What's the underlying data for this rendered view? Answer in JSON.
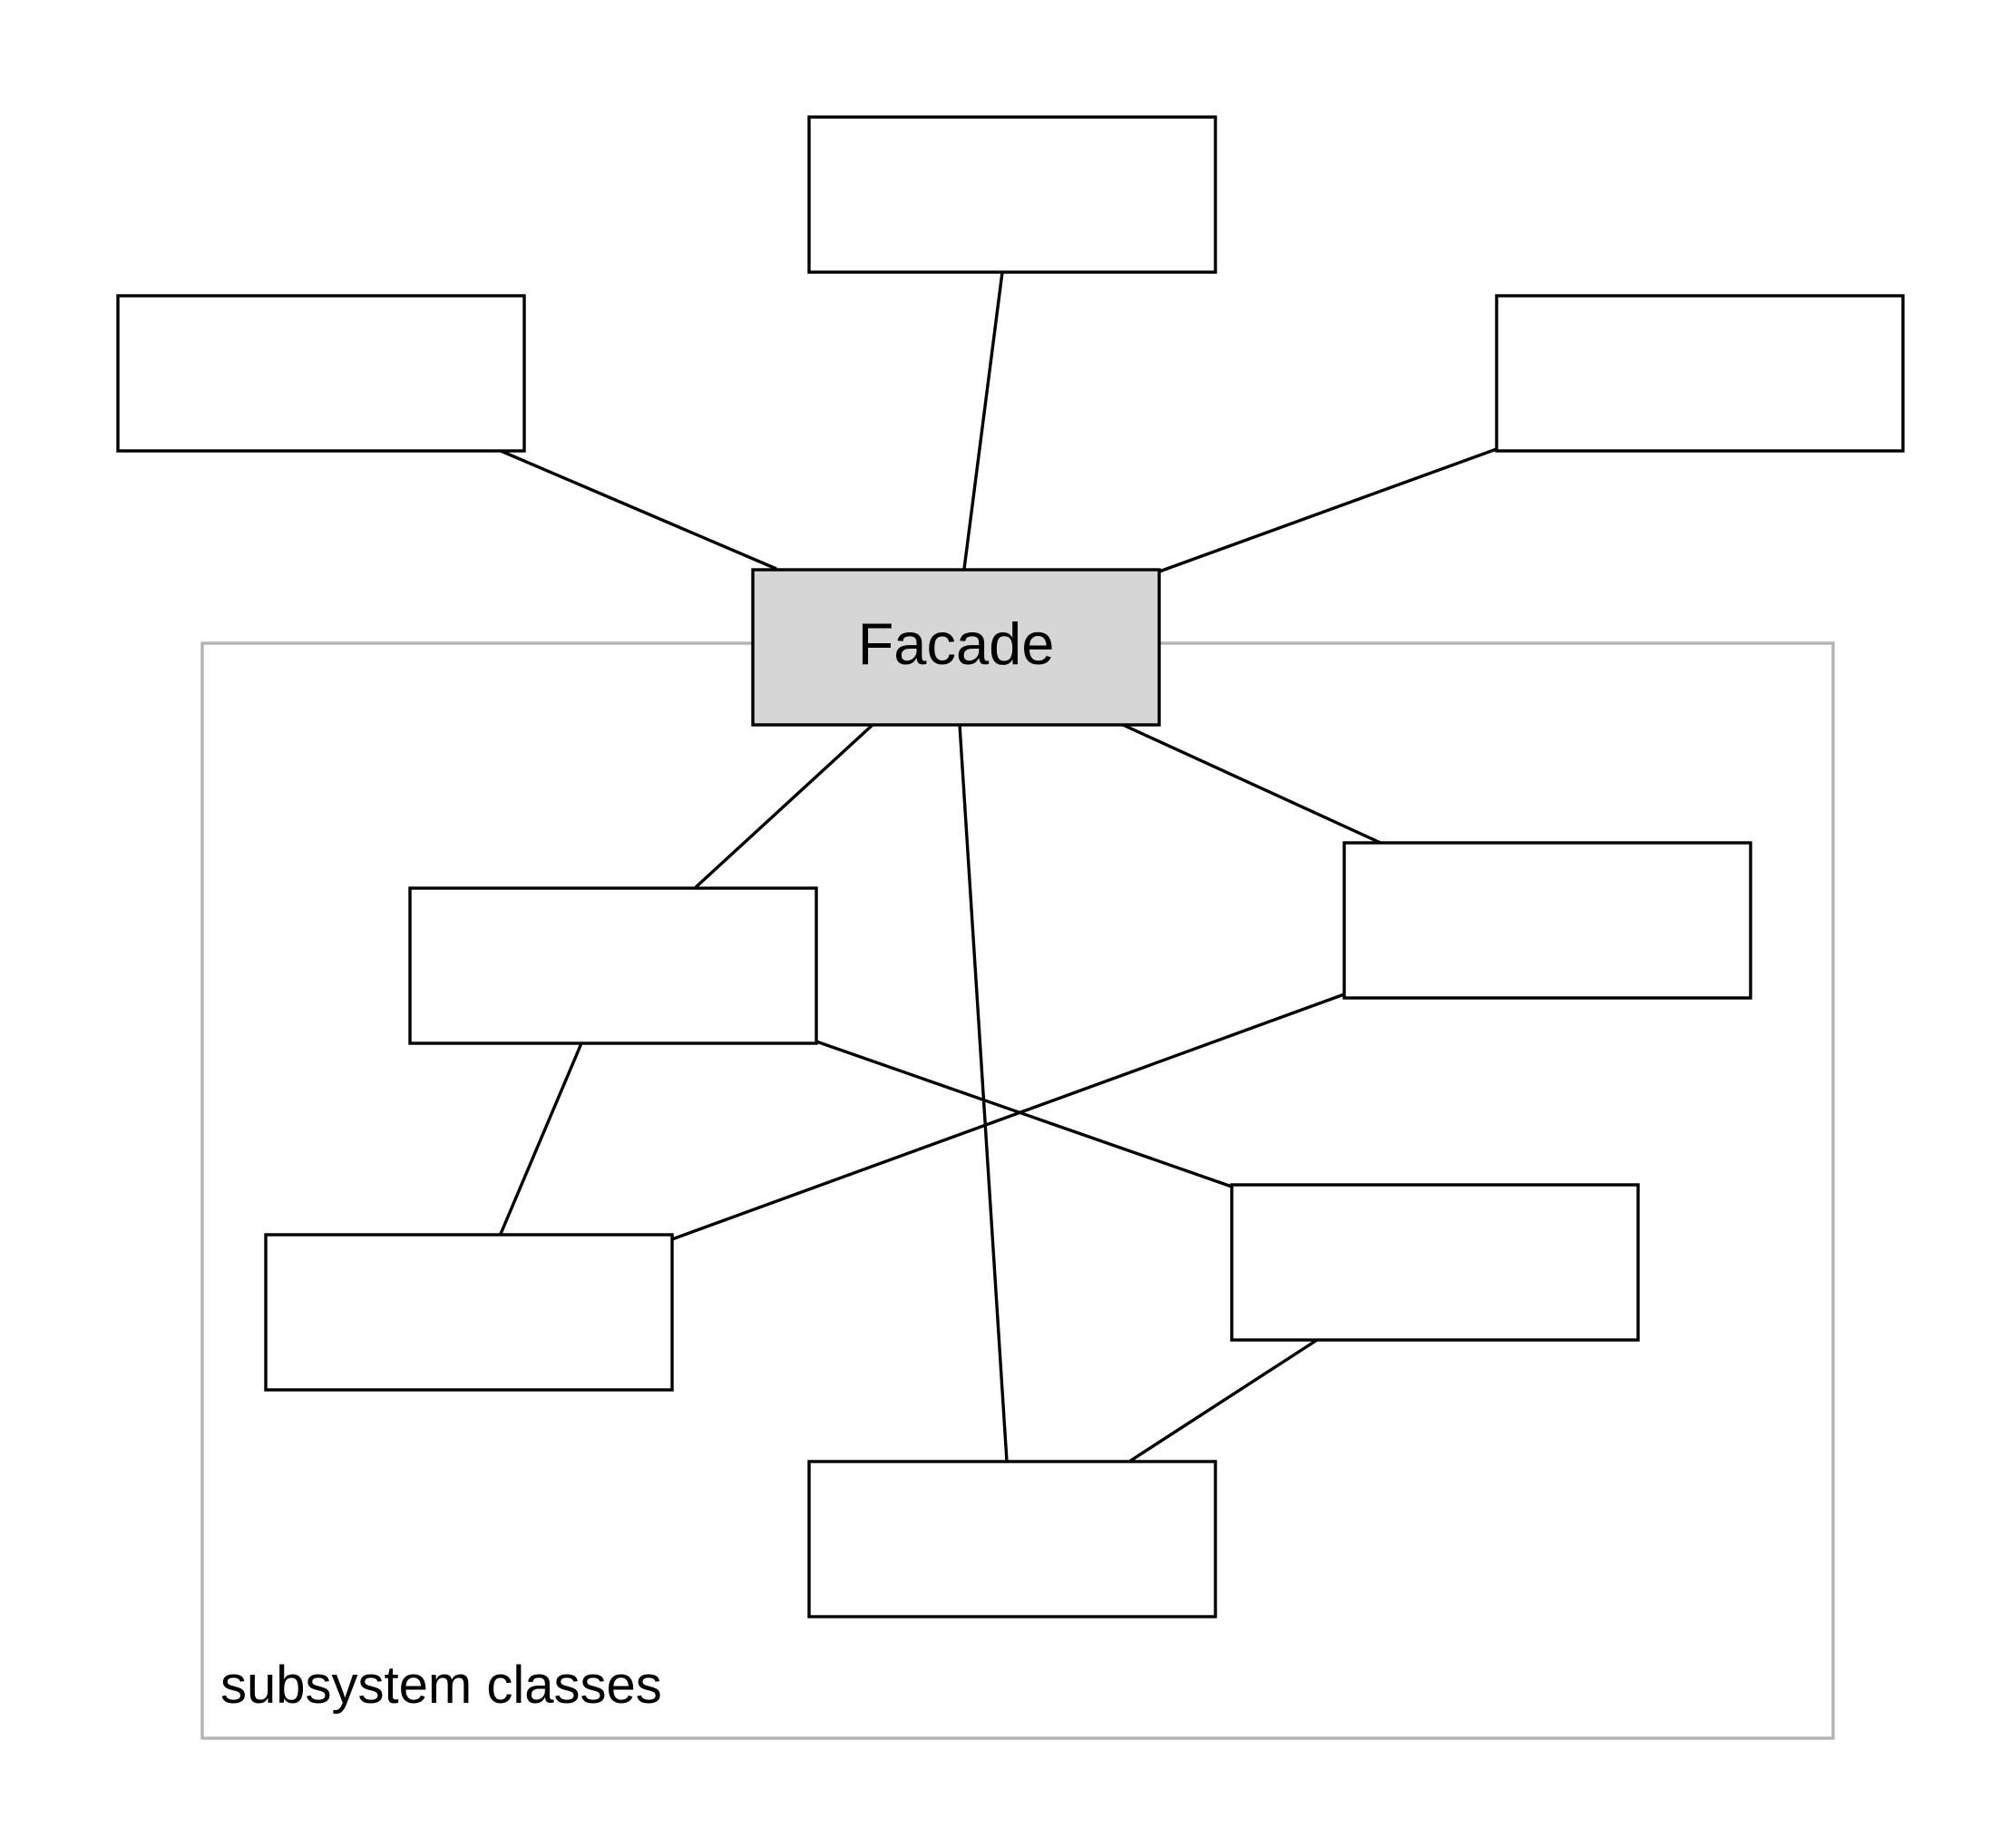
{
  "facade": {
    "label": "Facade",
    "fill": "#d6d6d6"
  },
  "subsystem": {
    "label": "subsystem classes",
    "border_color": "#b3b3b3"
  },
  "client_classes": [
    {
      "id": "client-left",
      "label": ""
    },
    {
      "id": "client-top",
      "label": ""
    },
    {
      "id": "client-right",
      "label": ""
    }
  ],
  "subsystem_classes": [
    {
      "id": "sub-upper-left",
      "label": ""
    },
    {
      "id": "sub-upper-right",
      "label": ""
    },
    {
      "id": "sub-lower-left",
      "label": ""
    },
    {
      "id": "sub-lower-right",
      "label": ""
    },
    {
      "id": "sub-bottom",
      "label": ""
    }
  ],
  "associations": [
    {
      "from": "client-left",
      "to": "facade"
    },
    {
      "from": "client-top",
      "to": "facade"
    },
    {
      "from": "client-right",
      "to": "facade"
    },
    {
      "from": "facade",
      "to": "sub-upper-left"
    },
    {
      "from": "facade",
      "to": "sub-bottom"
    },
    {
      "from": "facade",
      "to": "sub-upper-right"
    },
    {
      "from": "sub-upper-left",
      "to": "sub-lower-left"
    },
    {
      "from": "sub-upper-left",
      "to": "sub-lower-right"
    },
    {
      "from": "sub-upper-right",
      "to": "sub-lower-left"
    },
    {
      "from": "sub-lower-right",
      "to": "sub-bottom"
    }
  ]
}
